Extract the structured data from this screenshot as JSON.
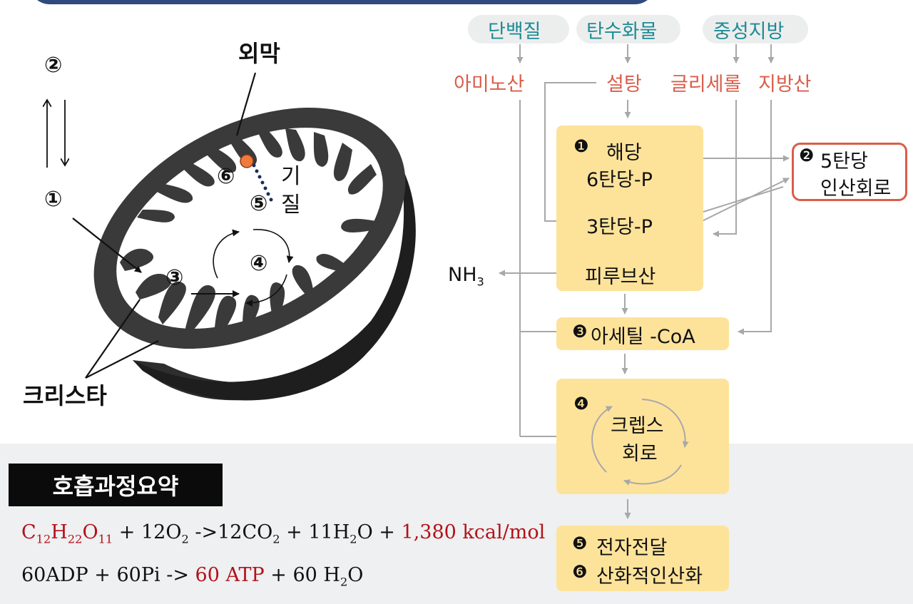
{
  "mito": {
    "num1": "①",
    "num2": "②",
    "num3": "③",
    "num4": "④",
    "num5": "⑤",
    "num6": "⑥",
    "outer_membrane": "외막",
    "cristae": "크리스타",
    "matrix_1": "기",
    "matrix_2": "질"
  },
  "pathway": {
    "inputs": [
      "단백질",
      "탄수화물",
      "중성지방"
    ],
    "products": [
      "아미노산",
      "설탕",
      "글리세롤",
      "지방산"
    ],
    "glycolysis_num": "❶",
    "glycolysis": "해당",
    "hexose_p": "6탄당-P",
    "triose_p": "3탄당-P",
    "pyruvate": "피루브산",
    "ammonia": "NH",
    "ammonia_sub": "3",
    "ppp_num": "❷",
    "ppp_line1": "5탄당",
    "ppp_line2": "인산회로",
    "acetyl_num": "❸",
    "acetyl": "아세틸 -CoA",
    "krebs_num": "❹",
    "krebs_line1": "크렙스",
    "krebs_line2": "회로",
    "etc_num": "❺",
    "etc": "전자전달",
    "oxphos_num": "❻",
    "oxphos": "산화적인산화"
  },
  "summary": {
    "title": "호흡과정요약",
    "eq1": {
      "c": "C",
      "c_sub": "12",
      "h": "H",
      "h_sub": "22",
      "o": "O",
      "o_sub": "11",
      "mid1": " + 12O",
      "mid1_sub": "2",
      "mid2": " ->12CO",
      "mid2_sub": "2",
      "mid3": " + 11H",
      "mid3_sub": "2",
      "mid4": "O + ",
      "energy": "1,380 kcal/mol"
    },
    "eq2": {
      "left": "60ADP + 60Pi -> ",
      "atp": "60 ATP",
      "right": " + 60 H",
      "right_sub": "2",
      "tail": "O"
    }
  },
  "colors": {
    "banner": "#2f4a7c",
    "teal": "#1f8a94",
    "red": "#d95d4a",
    "box": "#fde39a",
    "ppp_border": "#d95d4a",
    "arrow": "#a8a8a8",
    "energy": "#b3111a"
  }
}
